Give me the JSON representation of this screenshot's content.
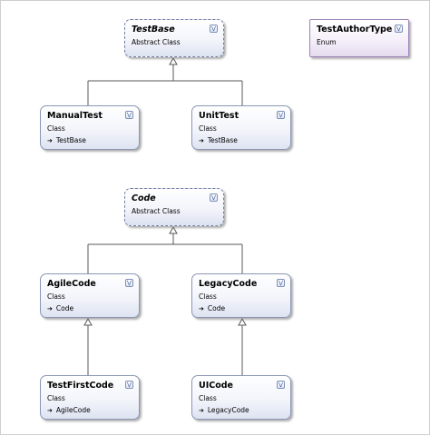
{
  "classes": {
    "testbase": {
      "name": "TestBase",
      "kind": "Abstract Class"
    },
    "testauthortype": {
      "name": "TestAuthorType",
      "kind": "Enum"
    },
    "manualtest": {
      "name": "ManualTest",
      "kind": "Class",
      "base": "TestBase"
    },
    "unittest": {
      "name": "UnitTest",
      "kind": "Class",
      "base": "TestBase"
    },
    "code": {
      "name": "Code",
      "kind": "Abstract Class"
    },
    "agilecode": {
      "name": "AgileCode",
      "kind": "Class",
      "base": "Code"
    },
    "legacycode": {
      "name": "LegacyCode",
      "kind": "Class",
      "base": "Code"
    },
    "testfirstcode": {
      "name": "TestFirstCode",
      "kind": "Class",
      "base": "AgileCode"
    },
    "uicode": {
      "name": "UICode",
      "kind": "Class",
      "base": "LegacyCode"
    }
  },
  "icons": {
    "expand": "double-chevron-down-icon",
    "base_arrow": "arrow-right-icon"
  },
  "colors": {
    "shape_border": "#8a96b4",
    "enum_border": "#9c84b8",
    "connector": "#5a5a5a"
  }
}
